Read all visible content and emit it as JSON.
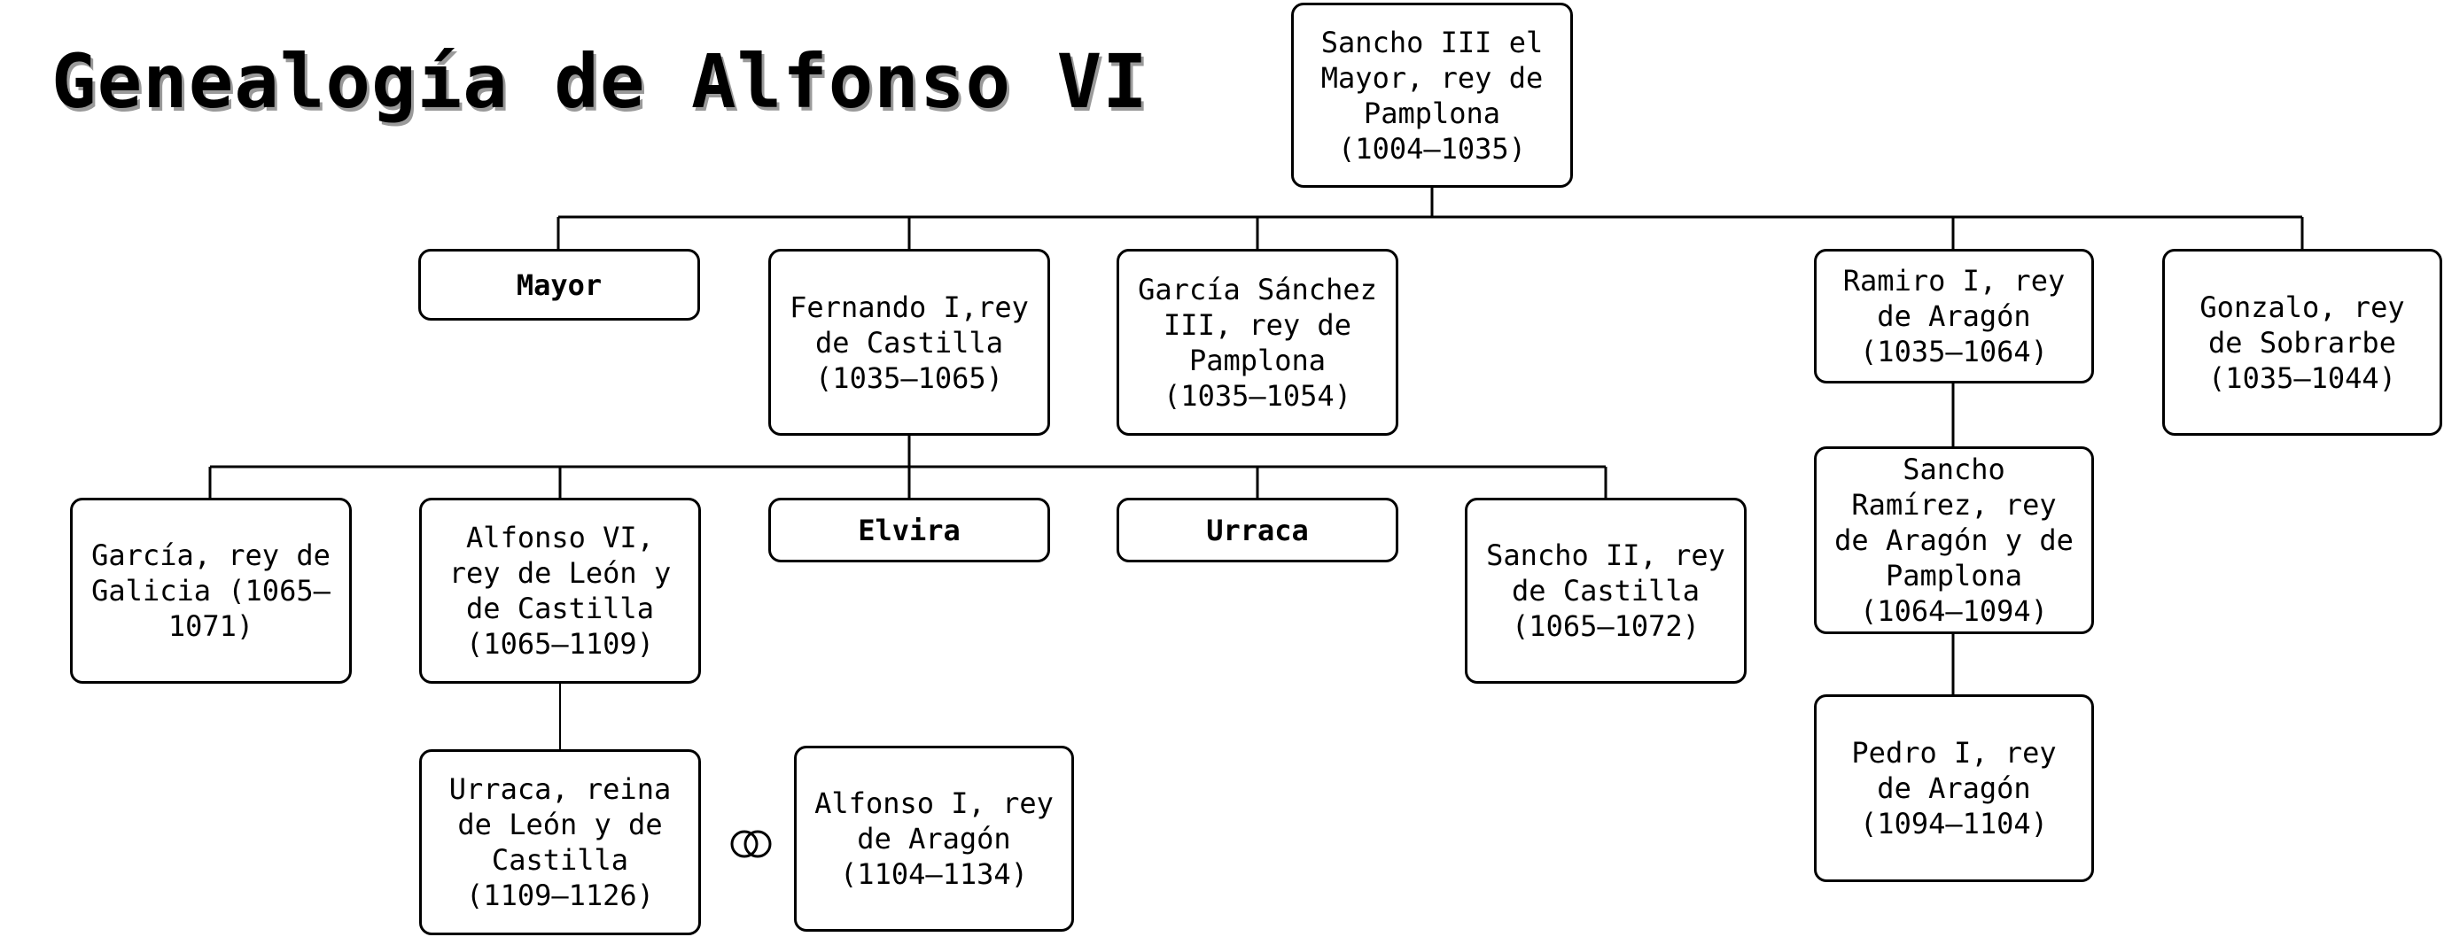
{
  "diagram": {
    "title": "Genealogía de Alfonso VI",
    "nodes": {
      "sancho_iii": "Sancho III el\nMayor, rey de\nPamplona\n(1004–1035)",
      "mayor": "Mayor",
      "fernando_i": "Fernando I,rey\nde Castilla\n(1035–1065)",
      "garcia_sanchez_iii": "García Sánchez\nIII, rey de\nPamplona\n(1035–1054)",
      "ramiro_i": "Ramiro I, rey\nde Aragón\n(1035–1064)",
      "gonzalo": "Gonzalo, rey\nde Sobrarbe\n(1035–1044)",
      "garcia_galicia": "García, rey de\nGalicia (1065–\n1071)",
      "alfonso_vi": "Alfonso VI,\nrey de León y\nde Castilla\n(1065–1109)",
      "elvira": "Elvira",
      "urraca": "Urraca",
      "sancho_ii": "Sancho II, rey\nde Castilla\n(1065–1072)",
      "sancho_ramirez": "Sancho\nRamírez, rey\nde Aragón y de\nPamplona\n(1064–1094)",
      "pedro_i": "Pedro I, rey\nde Aragón\n(1094–1104)",
      "urraca_reina": "Urraca, reina\nde León y de\nCastilla\n(1109–1126)",
      "alfonso_i": "Alfonso I, rey\nde Aragón\n(1104–1134)"
    },
    "marriage_symbol": "marriage-rings-icon"
  }
}
